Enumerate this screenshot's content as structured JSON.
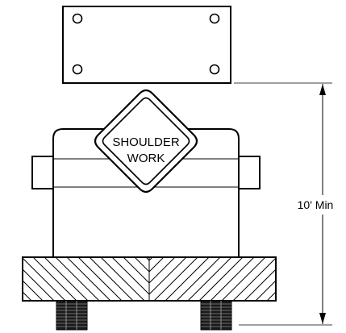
{
  "sign": {
    "line1": "SHOULDER",
    "line2": "WORK"
  },
  "dimension": {
    "label": "10' Min"
  },
  "colors": {
    "stroke": "#000000",
    "background": "#ffffff",
    "feet": "#1a1a1a"
  }
}
